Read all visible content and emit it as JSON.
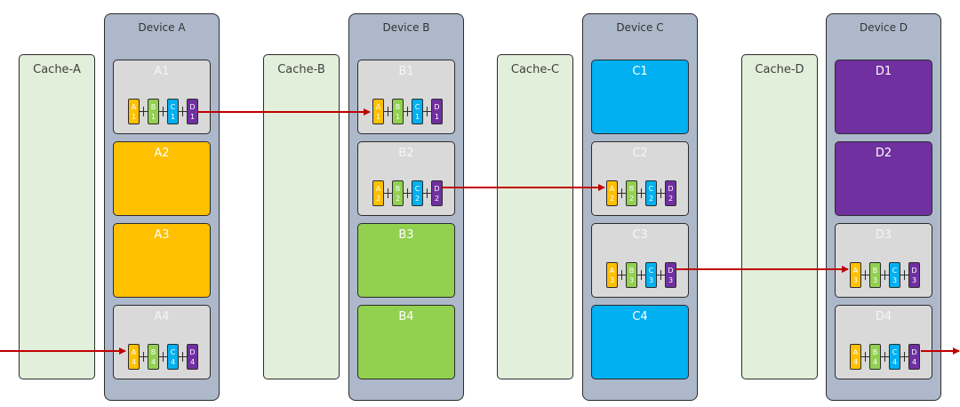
{
  "colors": {
    "A": "#ffc000",
    "B": "#92d050",
    "C": "#00b0f0",
    "D": "#7030a0",
    "grey": "#d9d9d9",
    "arrow": "#c00000"
  },
  "columns": [
    {
      "cache_label": "Cache-A",
      "device_label": "Device A",
      "cells": [
        {
          "label": "A1",
          "type": "chain",
          "index": "1"
        },
        {
          "label": "A2",
          "type": "solid",
          "color_key": "A"
        },
        {
          "label": "A3",
          "type": "solid",
          "color_key": "A"
        },
        {
          "label": "A4",
          "type": "chain",
          "index": "4"
        }
      ]
    },
    {
      "cache_label": "Cache-B",
      "device_label": "Device B",
      "cells": [
        {
          "label": "B1",
          "type": "chain",
          "index": "1"
        },
        {
          "label": "B2",
          "type": "chain",
          "index": "2"
        },
        {
          "label": "B3",
          "type": "solid",
          "color_key": "B"
        },
        {
          "label": "B4",
          "type": "solid",
          "color_key": "B"
        }
      ]
    },
    {
      "cache_label": "Cache-C",
      "device_label": "Device C",
      "cells": [
        {
          "label": "C1",
          "type": "solid",
          "color_key": "C"
        },
        {
          "label": "C2",
          "type": "chain",
          "index": "2"
        },
        {
          "label": "C3",
          "type": "chain",
          "index": "3"
        },
        {
          "label": "C4",
          "type": "solid",
          "color_key": "C"
        }
      ]
    },
    {
      "cache_label": "Cache-D",
      "device_label": "Device D",
      "cells": [
        {
          "label": "D1",
          "type": "solid",
          "color_key": "D"
        },
        {
          "label": "D2",
          "type": "solid",
          "color_key": "D"
        },
        {
          "label": "D3",
          "type": "chain",
          "index": "3"
        },
        {
          "label": "D4",
          "type": "chain",
          "index": "4"
        }
      ]
    }
  ],
  "chain_letters": [
    "A",
    "B",
    "C",
    "D"
  ],
  "transfers": [
    {
      "from": "external",
      "to": "Device A / A4",
      "row": 4
    },
    {
      "from": "Device A / A1",
      "to": "Device B / B1",
      "row": 1
    },
    {
      "from": "Device B / B2",
      "to": "Device C / C2",
      "row": 2
    },
    {
      "from": "Device C / C3",
      "to": "Device D / D3",
      "row": 3
    },
    {
      "from": "Device D / D4",
      "to": "external",
      "row": 4
    }
  ]
}
